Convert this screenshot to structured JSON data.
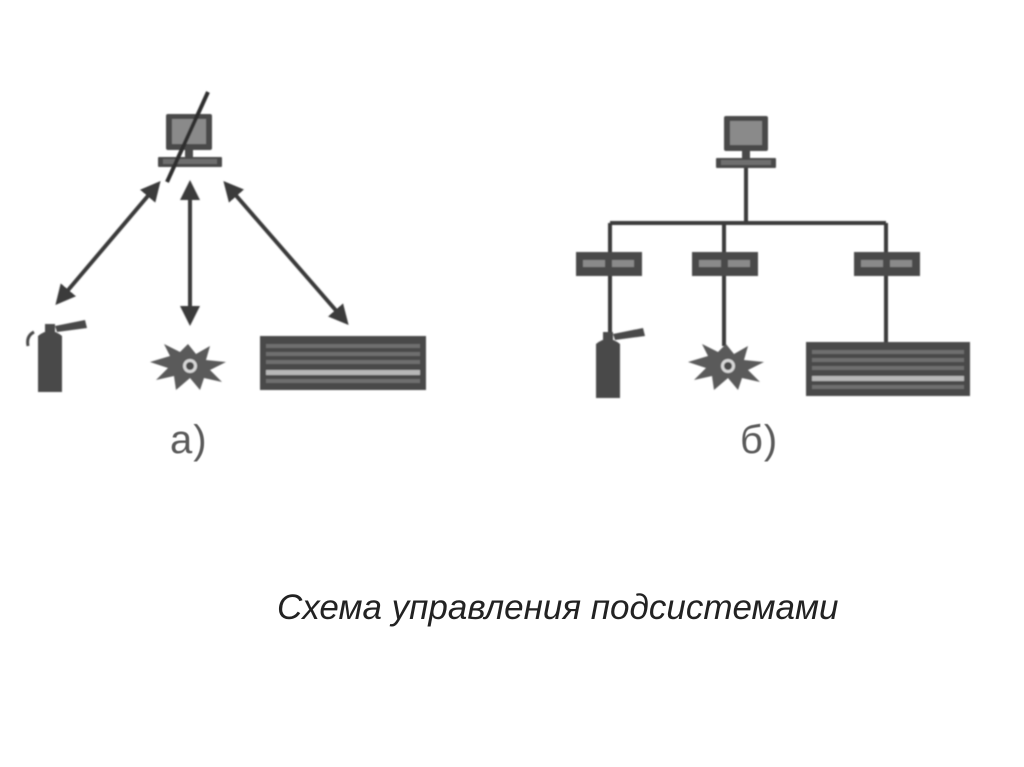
{
  "labels": {
    "a": "а)",
    "b": "б)"
  },
  "caption": "Схема управления подсистемами",
  "colors": {
    "line": "#3a3a3a",
    "device": "#4a4a4a",
    "screen": "#8a8a8a",
    "caption": "#222222"
  },
  "icons": [
    "computer-icon",
    "fire-extinguisher-icon",
    "alarm-burst-icon",
    "control-panel-icon",
    "network-module-icon"
  ]
}
